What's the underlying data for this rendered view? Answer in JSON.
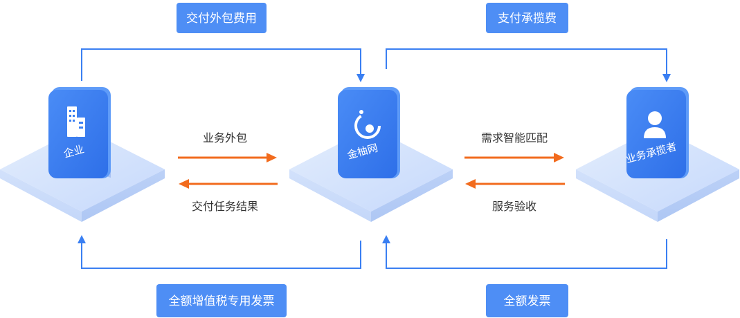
{
  "top_tags": {
    "left": "交付外包费用",
    "right": "支付承揽费"
  },
  "bottom_tags": {
    "left": "全额增值税专用发票",
    "right": "全额发票"
  },
  "nodes": {
    "enterprise": {
      "label": "企业",
      "icon": "building-icon"
    },
    "platform": {
      "label": "金柚网",
      "icon": "logo-icon"
    },
    "contractor": {
      "label": "业务承揽者",
      "icon": "person-icon"
    }
  },
  "flows": {
    "outsource": "业务外包",
    "deliver_result": "交付任务结果",
    "smart_match": "需求智能匹配",
    "service_accept": "服务验收"
  },
  "colors": {
    "primary_blue": "#3a7ff2",
    "tag_blue": "#4e8ef5",
    "platform_blue": "#c9dcfb",
    "orange": "#f26b1d"
  }
}
